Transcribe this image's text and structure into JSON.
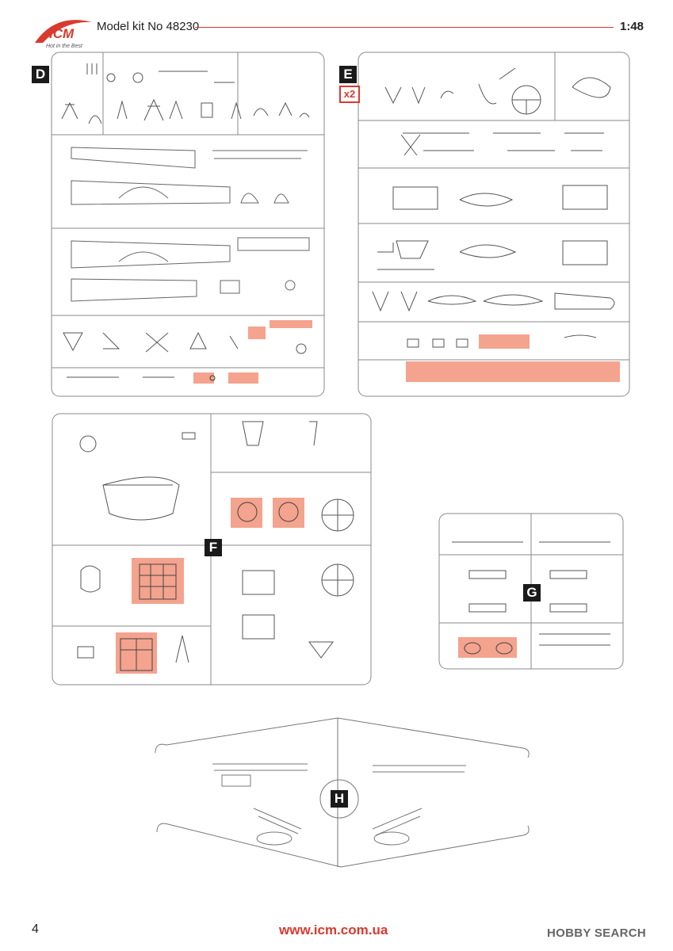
{
  "header": {
    "brand": "ICM",
    "slogan": "Hot in the Best",
    "kit_title": "Model kit No 48230",
    "scale": "1:48"
  },
  "sprues": {
    "d": {
      "letter": "D"
    },
    "e": {
      "letter": "E",
      "multiplier": "x2"
    },
    "f": {
      "letter": "F"
    },
    "g": {
      "letter": "G"
    },
    "h": {
      "letter": "H"
    }
  },
  "colors": {
    "accent": "#d93a2e",
    "highlight": "#f4a38e",
    "line": "#8a8a8a"
  },
  "footer": {
    "page_number": "4",
    "url": "www.icm.com.ua",
    "watermark": "HOBBY SEARCH"
  }
}
